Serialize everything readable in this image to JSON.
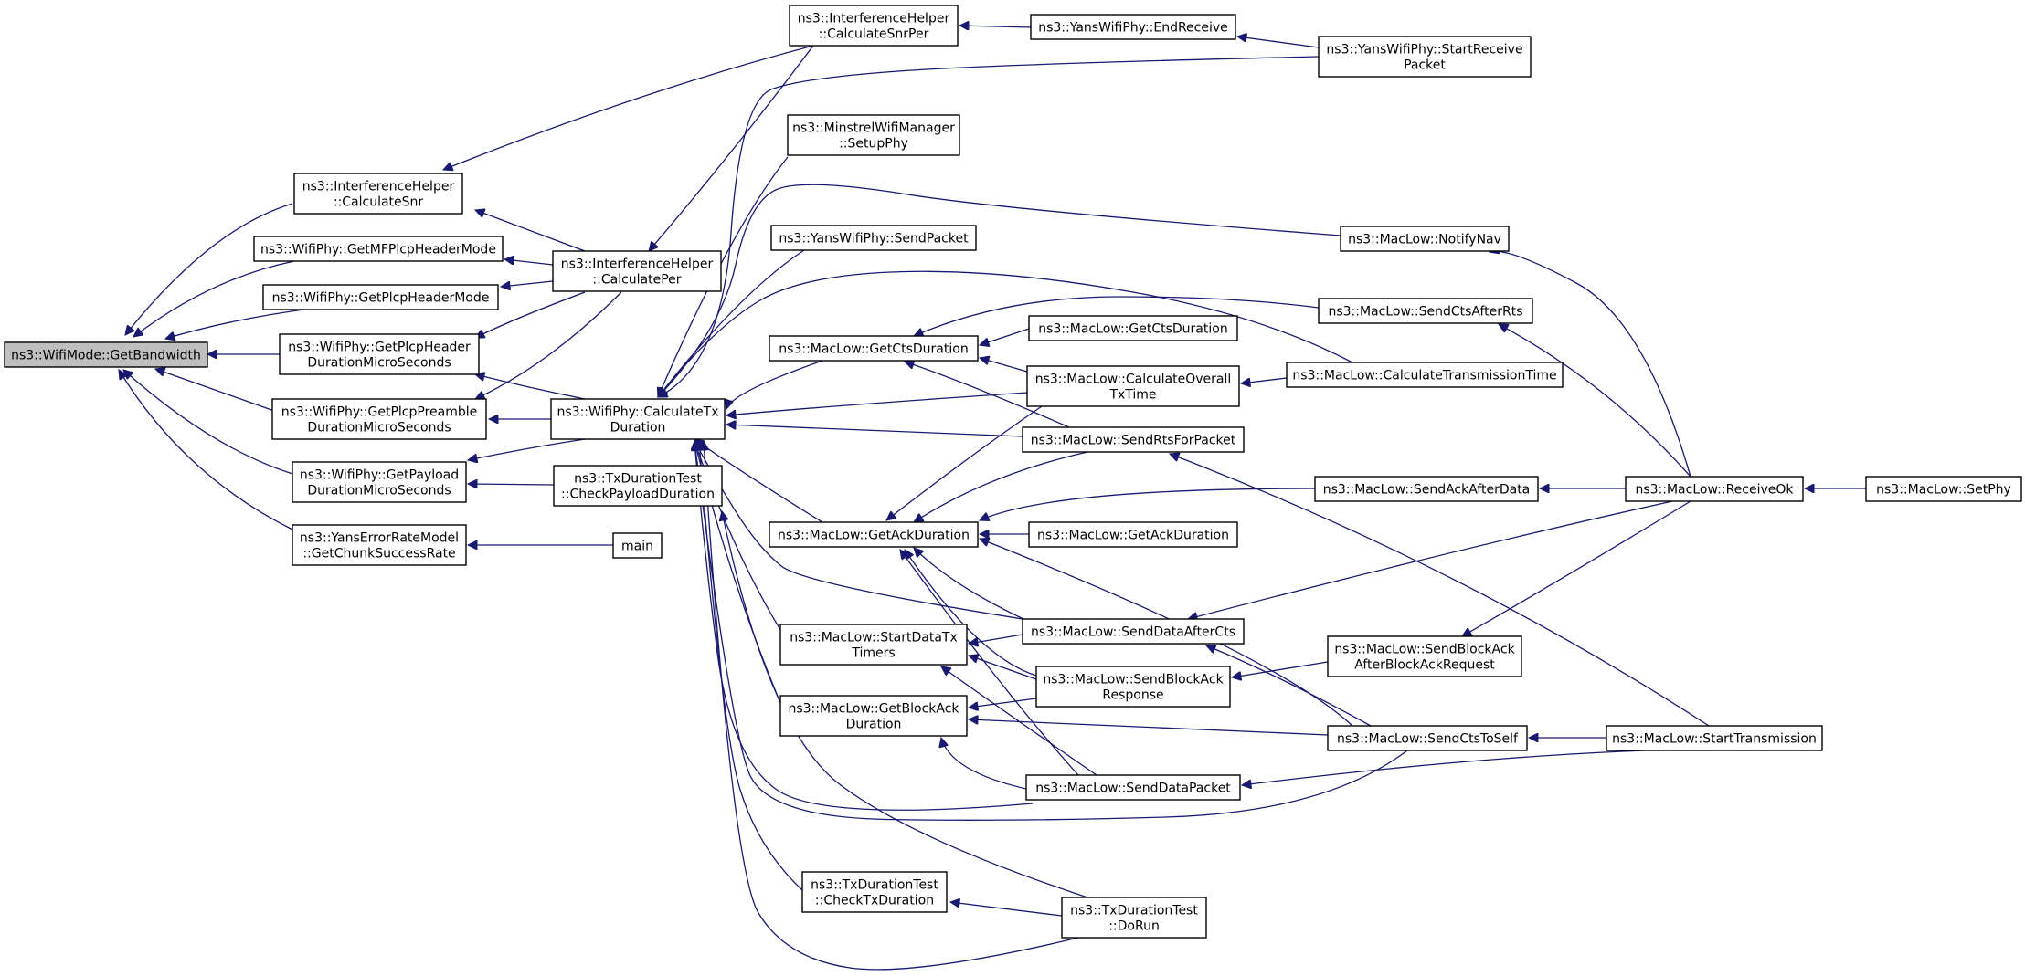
{
  "diagram": {
    "type": "call-graph",
    "nodes": [
      {
        "id": "root",
        "lines": [
          "ns3::WifiMode::GetBandwidth"
        ],
        "root": true
      },
      {
        "id": "ih_snr",
        "lines": [
          "ns3::InterferenceHelper",
          "::CalculateSnr"
        ]
      },
      {
        "id": "mf_hdr",
        "lines": [
          "ns3::WifiPhy::GetMFPlcpHeaderMode"
        ]
      },
      {
        "id": "plcp_hdr_mode",
        "lines": [
          "ns3::WifiPhy::GetPlcpHeaderMode"
        ]
      },
      {
        "id": "plcp_hdr_dur",
        "lines": [
          "ns3::WifiPhy::GetPlcpHeader",
          "DurationMicroSeconds"
        ]
      },
      {
        "id": "plcp_pre",
        "lines": [
          "ns3::WifiPhy::GetPlcpPreamble",
          "DurationMicroSeconds"
        ]
      },
      {
        "id": "payload",
        "lines": [
          "ns3::WifiPhy::GetPayload",
          "DurationMicroSeconds"
        ]
      },
      {
        "id": "yans_err",
        "lines": [
          "ns3::YansErrorRateModel",
          "::GetChunkSuccessRate"
        ]
      },
      {
        "id": "ih_snrper",
        "lines": [
          "ns3::InterferenceHelper",
          "::CalculateSnrPer"
        ]
      },
      {
        "id": "ih_per",
        "lines": [
          "ns3::InterferenceHelper",
          "::CalculatePer"
        ]
      },
      {
        "id": "calc_tx",
        "lines": [
          "ns3::WifiPhy::CalculateTx",
          "Duration"
        ]
      },
      {
        "id": "txdt_payload",
        "lines": [
          "ns3::TxDurationTest",
          "::CheckPayloadDuration"
        ]
      },
      {
        "id": "main",
        "lines": [
          "main"
        ]
      },
      {
        "id": "yans_end",
        "lines": [
          "ns3::YansWifiPhy::EndReceive"
        ]
      },
      {
        "id": "yans_start",
        "lines": [
          "ns3::YansWifiPhy::StartReceive",
          "Packet"
        ]
      },
      {
        "id": "minstrel",
        "lines": [
          "ns3::MinstrelWifiManager",
          "::SetupPhy"
        ]
      },
      {
        "id": "yans_send",
        "lines": [
          "ns3::YansWifiPhy::SendPacket"
        ]
      },
      {
        "id": "get_cts",
        "lines": [
          "ns3::MacLow::GetCtsDuration"
        ]
      },
      {
        "id": "get_cts2",
        "lines": [
          "ns3::MacLow::GetCtsDuration"
        ]
      },
      {
        "id": "calc_overall",
        "lines": [
          "ns3::MacLow::CalculateOverall",
          "TxTime"
        ]
      },
      {
        "id": "calc_trans",
        "lines": [
          "ns3::MacLow::CalculateTransmissionTime"
        ]
      },
      {
        "id": "send_rts",
        "lines": [
          "ns3::MacLow::SendRtsForPacket"
        ]
      },
      {
        "id": "notify_nav",
        "lines": [
          "ns3::MacLow::NotifyNav"
        ]
      },
      {
        "id": "send_cts_after_rts",
        "lines": [
          "ns3::MacLow::SendCtsAfterRts"
        ]
      },
      {
        "id": "get_ack",
        "lines": [
          "ns3::MacLow::GetAckDuration"
        ]
      },
      {
        "id": "get_ack2",
        "lines": [
          "ns3::MacLow::GetAckDuration"
        ]
      },
      {
        "id": "send_ack_after_data",
        "lines": [
          "ns3::MacLow::SendAckAfterData"
        ]
      },
      {
        "id": "receive_ok",
        "lines": [
          "ns3::MacLow::ReceiveOk"
        ]
      },
      {
        "id": "set_phy",
        "lines": [
          "ns3::MacLow::SetPhy"
        ]
      },
      {
        "id": "start_data_tx",
        "lines": [
          "ns3::MacLow::StartDataTx",
          "Timers"
        ]
      },
      {
        "id": "send_data_after_cts",
        "lines": [
          "ns3::MacLow::SendDataAfterCts"
        ]
      },
      {
        "id": "send_ba_resp",
        "lines": [
          "ns3::MacLow::SendBlockAck",
          "Response"
        ]
      },
      {
        "id": "send_ba_after_bar",
        "lines": [
          "ns3::MacLow::SendBlockAck",
          "AfterBlockAckRequest"
        ]
      },
      {
        "id": "get_ba_dur",
        "lines": [
          "ns3::MacLow::GetBlockAck",
          "Duration"
        ]
      },
      {
        "id": "send_cts_to_self",
        "lines": [
          "ns3::MacLow::SendCtsToSelf"
        ]
      },
      {
        "id": "start_trans",
        "lines": [
          "ns3::MacLow::StartTransmission"
        ]
      },
      {
        "id": "send_data_pkt",
        "lines": [
          "ns3::MacLow::SendDataPacket"
        ]
      },
      {
        "id": "txdt_check",
        "lines": [
          "ns3::TxDurationTest",
          "::CheckTxDuration"
        ]
      },
      {
        "id": "txdt_run",
        "lines": [
          "ns3::TxDurationTest",
          "::DoRun"
        ]
      }
    ],
    "edges": [
      {
        "from": "ih_snr",
        "to": "root"
      },
      {
        "from": "mf_hdr",
        "to": "root"
      },
      {
        "from": "plcp_hdr_mode",
        "to": "root"
      },
      {
        "from": "plcp_hdr_dur",
        "to": "root"
      },
      {
        "from": "plcp_pre",
        "to": "root"
      },
      {
        "from": "payload",
        "to": "root"
      },
      {
        "from": "yans_err",
        "to": "root"
      },
      {
        "from": "ih_snrper",
        "to": "ih_snr"
      },
      {
        "from": "ih_per",
        "to": "ih_snr"
      },
      {
        "from": "ih_per",
        "to": "mf_hdr"
      },
      {
        "from": "ih_per",
        "to": "plcp_hdr_mode"
      },
      {
        "from": "ih_per",
        "to": "plcp_hdr_dur"
      },
      {
        "from": "ih_per",
        "to": "plcp_pre"
      },
      {
        "from": "calc_tx",
        "to": "plcp_hdr_dur"
      },
      {
        "from": "calc_tx",
        "to": "plcp_pre"
      },
      {
        "from": "calc_tx",
        "to": "payload"
      },
      {
        "from": "txdt_payload",
        "to": "payload"
      },
      {
        "from": "main",
        "to": "yans_err"
      },
      {
        "from": "ih_snrper",
        "to": "ih_per"
      },
      {
        "from": "yans_end",
        "to": "ih_snrper"
      },
      {
        "from": "yans_start",
        "to": "yans_end"
      },
      {
        "from": "yans_start",
        "to": "calc_tx"
      },
      {
        "from": "minstrel",
        "to": "calc_tx"
      },
      {
        "from": "yans_send",
        "to": "calc_tx"
      },
      {
        "from": "notify_nav",
        "to": "calc_tx"
      },
      {
        "from": "calc_trans",
        "to": "calc_tx"
      },
      {
        "from": "get_cts",
        "to": "calc_tx"
      },
      {
        "from": "calc_overall",
        "to": "calc_tx"
      },
      {
        "from": "send_rts",
        "to": "calc_tx"
      },
      {
        "from": "get_ack",
        "to": "calc_tx"
      },
      {
        "from": "send_data_after_cts",
        "to": "calc_tx"
      },
      {
        "from": "start_data_tx",
        "to": "calc_tx"
      },
      {
        "from": "get_ba_dur",
        "to": "calc_tx"
      },
      {
        "from": "send_data_pkt",
        "to": "calc_tx"
      },
      {
        "from": "send_cts_to_self",
        "to": "calc_tx"
      },
      {
        "from": "txdt_check",
        "to": "calc_tx"
      },
      {
        "from": "txdt_run",
        "to": "calc_tx"
      },
      {
        "from": "txdt_run",
        "to": "txdt_payload"
      },
      {
        "from": "get_cts2",
        "to": "get_cts"
      },
      {
        "from": "calc_overall",
        "to": "get_cts"
      },
      {
        "from": "send_rts",
        "to": "get_cts"
      },
      {
        "from": "send_cts_after_rts",
        "to": "get_cts"
      },
      {
        "from": "calc_trans",
        "to": "calc_overall"
      },
      {
        "from": "get_ack2",
        "to": "get_ack"
      },
      {
        "from": "calc_overall",
        "to": "get_ack"
      },
      {
        "from": "send_rts",
        "to": "get_ack"
      },
      {
        "from": "send_ack_after_data",
        "to": "get_ack"
      },
      {
        "from": "send_data_after_cts",
        "to": "get_ack"
      },
      {
        "from": "send_ba_resp",
        "to": "get_ack"
      },
      {
        "from": "send_data_pkt",
        "to": "get_ack"
      },
      {
        "from": "send_cts_to_self",
        "to": "get_ack"
      },
      {
        "from": "receive_ok",
        "to": "notify_nav"
      },
      {
        "from": "receive_ok",
        "to": "send_cts_after_rts"
      },
      {
        "from": "receive_ok",
        "to": "send_ack_after_data"
      },
      {
        "from": "receive_ok",
        "to": "send_data_after_cts"
      },
      {
        "from": "receive_ok",
        "to": "send_ba_after_bar"
      },
      {
        "from": "set_phy",
        "to": "receive_ok"
      },
      {
        "from": "send_data_after_cts",
        "to": "start_data_tx"
      },
      {
        "from": "send_ba_resp",
        "to": "start_data_tx"
      },
      {
        "from": "send_data_pkt",
        "to": "start_data_tx"
      },
      {
        "from": "send_ba_after_bar",
        "to": "send_ba_resp"
      },
      {
        "from": "send_ba_resp",
        "to": "get_ba_dur"
      },
      {
        "from": "send_cts_to_self",
        "to": "get_ba_dur"
      },
      {
        "from": "send_data_pkt",
        "to": "get_ba_dur"
      },
      {
        "from": "start_trans",
        "to": "send_cts_to_self"
      },
      {
        "from": "start_trans",
        "to": "send_rts"
      },
      {
        "from": "start_trans",
        "to": "send_data_pkt"
      },
      {
        "from": "send_cts_to_self",
        "to": "send_data_after_cts"
      },
      {
        "from": "txdt_run",
        "to": "txdt_check"
      }
    ]
  }
}
